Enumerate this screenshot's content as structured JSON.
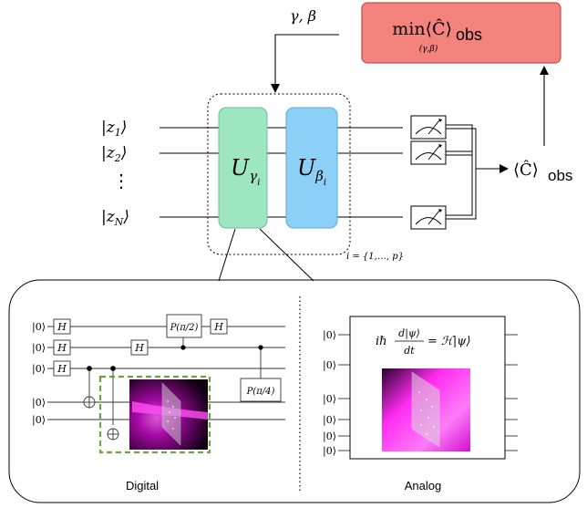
{
  "top": {
    "params": "γ, β",
    "minimizer": {
      "main": "min⟨Ĉ⟩",
      "sub": "obs",
      "under": "(γ,β)"
    },
    "expectation": {
      "main": "⟨Ĉ⟩",
      "sub": "obs"
    }
  },
  "circuit": {
    "qubits": [
      {
        "label": "|z",
        "index": "1",
        "close": "⟩"
      },
      {
        "label": "|z",
        "index": "2",
        "close": "⟩"
      },
      {
        "label": "|z",
        "index": "N",
        "close": "⟩"
      }
    ],
    "ellipsis": "⋮",
    "u_gamma": {
      "main": "U",
      "sub": "γ",
      "subsub": "i"
    },
    "u_beta": {
      "main": "U",
      "sub": "β",
      "subsub": "i"
    },
    "repeat_label": "i = {1,…, p}"
  },
  "digital": {
    "caption": "Digital",
    "ket": "|0⟩",
    "h_label": "H",
    "p_gate_1": "P(π/2)",
    "p_gate_2": "P(π/4)"
  },
  "analog": {
    "caption": "Analog",
    "ket": "|0⟩",
    "equation_lhs": "iℏ",
    "equation_num": "d|ψ⟩",
    "equation_den": "dt",
    "equation_rhs": "= ℋ|ψ⟩"
  },
  "colors": {
    "u_gamma_fill": "#9ee6bf",
    "u_beta_fill": "#8ccff7",
    "minimizer_fill": "#f3837c",
    "minimizer_border": "#c0504d",
    "dashed_green": "#6aa33c",
    "laser_magenta": "#ff2cf0"
  }
}
